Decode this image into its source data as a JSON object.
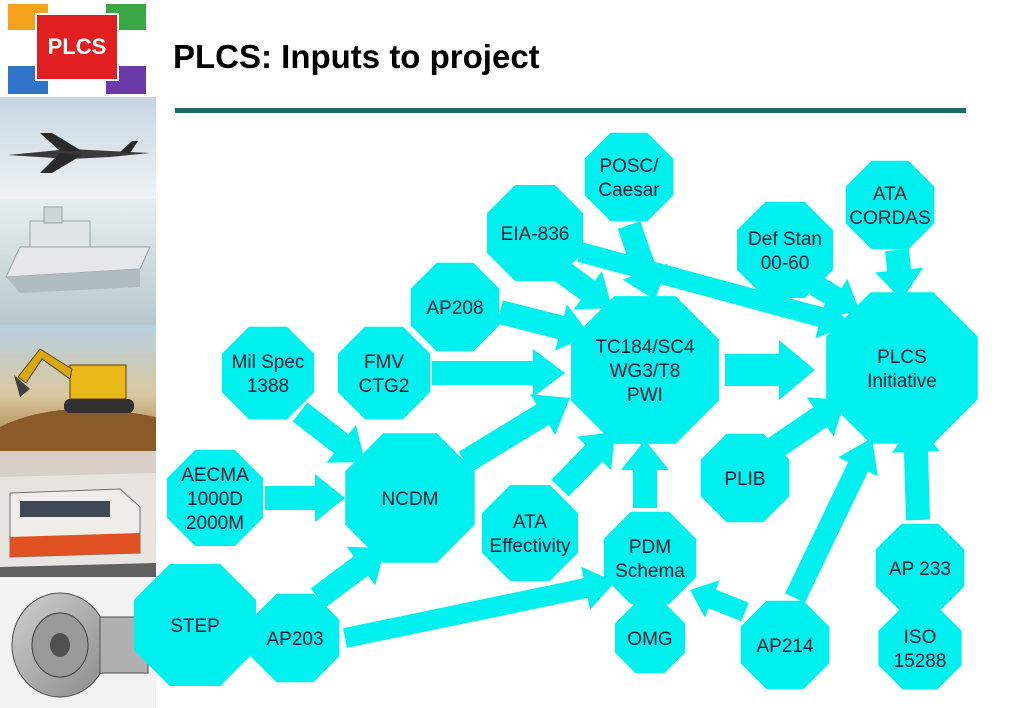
{
  "header": {
    "title": "PLCS: Inputs to project",
    "logo_text": "PLCS"
  },
  "colors": {
    "node_fill": "#00f0f0",
    "arrow_fill": "#00f0f0",
    "rule": "#1a6b66"
  },
  "sidebar": {
    "images": [
      "airplane-photo",
      "ship-photo",
      "excavator-photo",
      "train-photo",
      "engine-photo"
    ]
  },
  "nodes": {
    "posc": {
      "lines": [
        "POSC/",
        "Caesar"
      ]
    },
    "eia": {
      "lines": [
        "EIA-836"
      ]
    },
    "defstan": {
      "lines": [
        "Def Stan",
        "00-60"
      ]
    },
    "atacordas": {
      "lines": [
        "ATA",
        "CORDAS"
      ]
    },
    "ap208": {
      "lines": [
        "AP208"
      ]
    },
    "milspec": {
      "lines": [
        "Mil Spec",
        "1388"
      ]
    },
    "fmv": {
      "lines": [
        "FMV",
        "CTG2"
      ]
    },
    "tc184": {
      "lines": [
        "TC184/SC4",
        "WG3/T8",
        "PWI"
      ]
    },
    "plcs": {
      "lines": [
        "PLCS",
        "Initiative"
      ]
    },
    "aecma": {
      "lines": [
        "AECMA",
        "1000D",
        "2000M"
      ]
    },
    "ncdm": {
      "lines": [
        "NCDM"
      ]
    },
    "ataeff": {
      "lines": [
        "ATA",
        "Effectivity"
      ]
    },
    "plib": {
      "lines": [
        "PLIB"
      ]
    },
    "pdm": {
      "lines": [
        "PDM",
        "Schema"
      ]
    },
    "ap233": {
      "lines": [
        "AP 233"
      ]
    },
    "step": {
      "lines": [
        "STEP"
      ]
    },
    "ap203": {
      "lines": [
        "AP203"
      ]
    },
    "omg": {
      "lines": [
        "OMG"
      ]
    },
    "ap214": {
      "lines": [
        "AP214"
      ]
    },
    "iso": {
      "lines": [
        "ISO",
        "15288"
      ]
    }
  }
}
